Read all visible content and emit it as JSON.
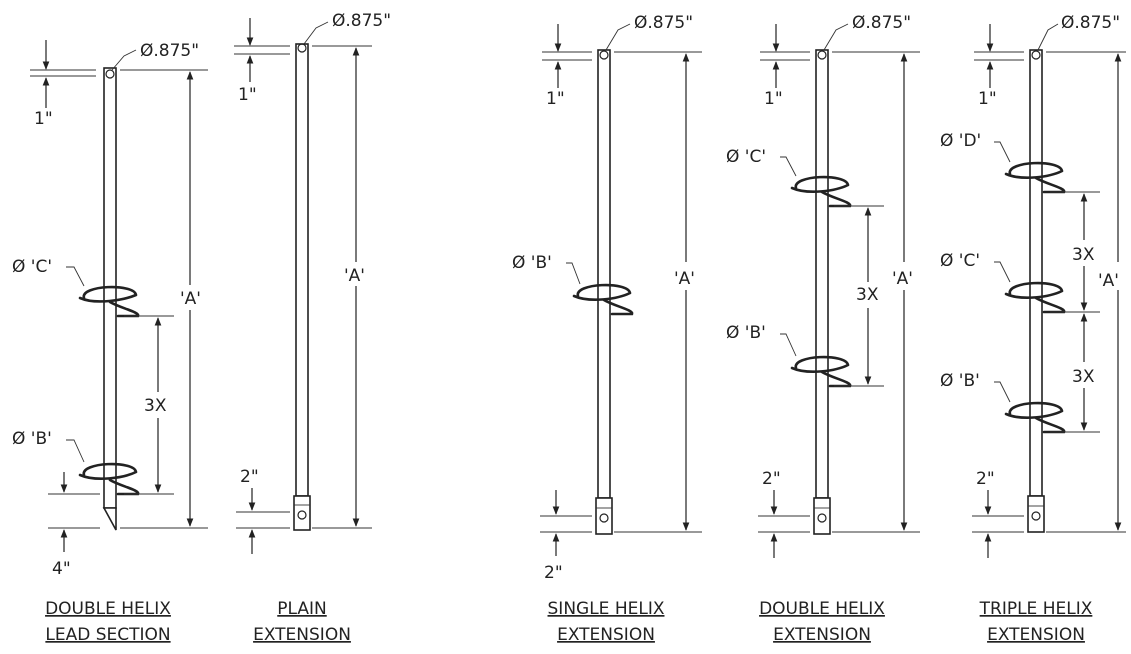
{
  "dims": {
    "diameter": "Ø.875\"",
    "one_inch": "1\"",
    "two_inch": "2\"",
    "four_inch": "4\"",
    "length": "'A'",
    "spacing": "3X",
    "helix_b": "Ø 'B'",
    "helix_c": "Ø 'C'",
    "helix_d": "Ø 'D'"
  },
  "captions": {
    "double_lead": [
      "DOUBLE HELIX",
      "LEAD SECTION"
    ],
    "plain": [
      "PLAIN",
      "EXTENSION"
    ],
    "single": [
      "SINGLE HELIX",
      "EXTENSION"
    ],
    "double_ext": [
      "DOUBLE HELIX",
      "EXTENSION"
    ],
    "triple": [
      "TRIPLE HELIX",
      "EXTENSION"
    ]
  }
}
